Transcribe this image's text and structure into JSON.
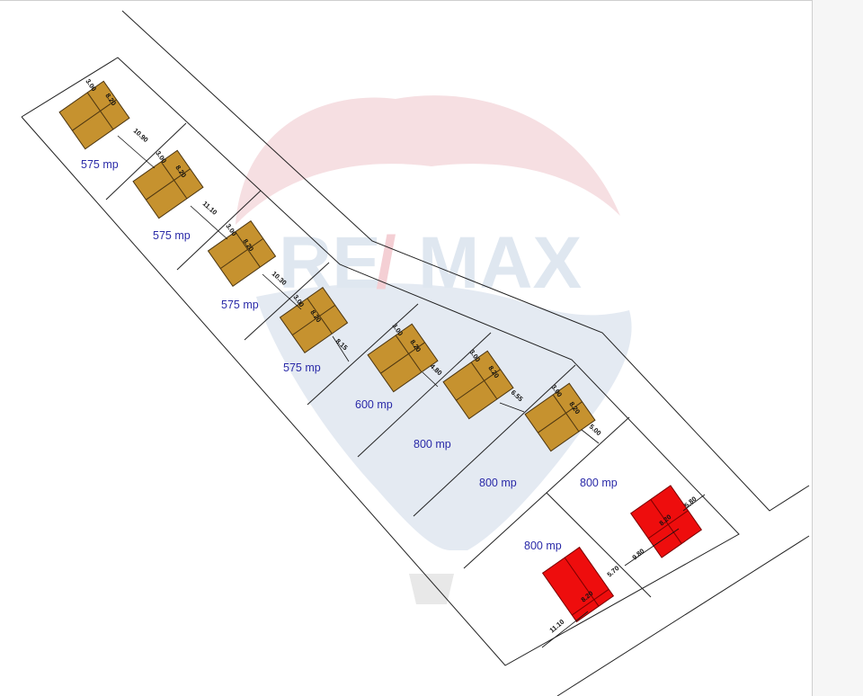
{
  "watermark": {
    "text_left": "RE",
    "slash": "/",
    "text_right": "MAX",
    "colors": {
      "balloon_top": "#f6dfe2",
      "balloon_body": "#e4eaf2",
      "text": "#dfe7f0",
      "slash": "#f4cfd4"
    }
  },
  "colors": {
    "line": "#222222",
    "area_label": "#2a2aa8",
    "house_existing": "#c6922f",
    "house_new": "#ee0d0d"
  },
  "lots": [
    {
      "area": "575 mp",
      "house_width": "3.00",
      "house_depth": "8.20",
      "setback": "10.90",
      "house": "orange"
    },
    {
      "area": "575 mp",
      "house_width": "3.00",
      "house_depth": "8.20",
      "setback": "11.10",
      "house": "orange"
    },
    {
      "area": "575 mp",
      "house_width": "3.00",
      "house_depth": "8.20",
      "setback": "10.30",
      "house": "orange"
    },
    {
      "area": "575 mp",
      "house_width": "3.00",
      "house_depth": "8.20",
      "setback": "8.15",
      "house": "orange"
    },
    {
      "area": "600 mp",
      "house_width": "3.00",
      "house_depth": "8.20",
      "setback": "4.80",
      "house": "orange"
    },
    {
      "area": "800 mp",
      "house_width": "3.00",
      "house_depth": "8.20",
      "setback": "6.55",
      "house": "orange"
    },
    {
      "area": "800 mp",
      "house_width": "3.00",
      "house_depth": "8.20",
      "setback": "5.00",
      "house": "orange"
    },
    {
      "area": "800 mp",
      "house_depth": "8.20",
      "setback_front": "5.80",
      "setback_side": "9.80",
      "house": "red"
    },
    {
      "area": "800 mp",
      "house_depth": "8.20",
      "setback_front": "5.70",
      "setback_side": "11.10",
      "house": "red"
    }
  ]
}
